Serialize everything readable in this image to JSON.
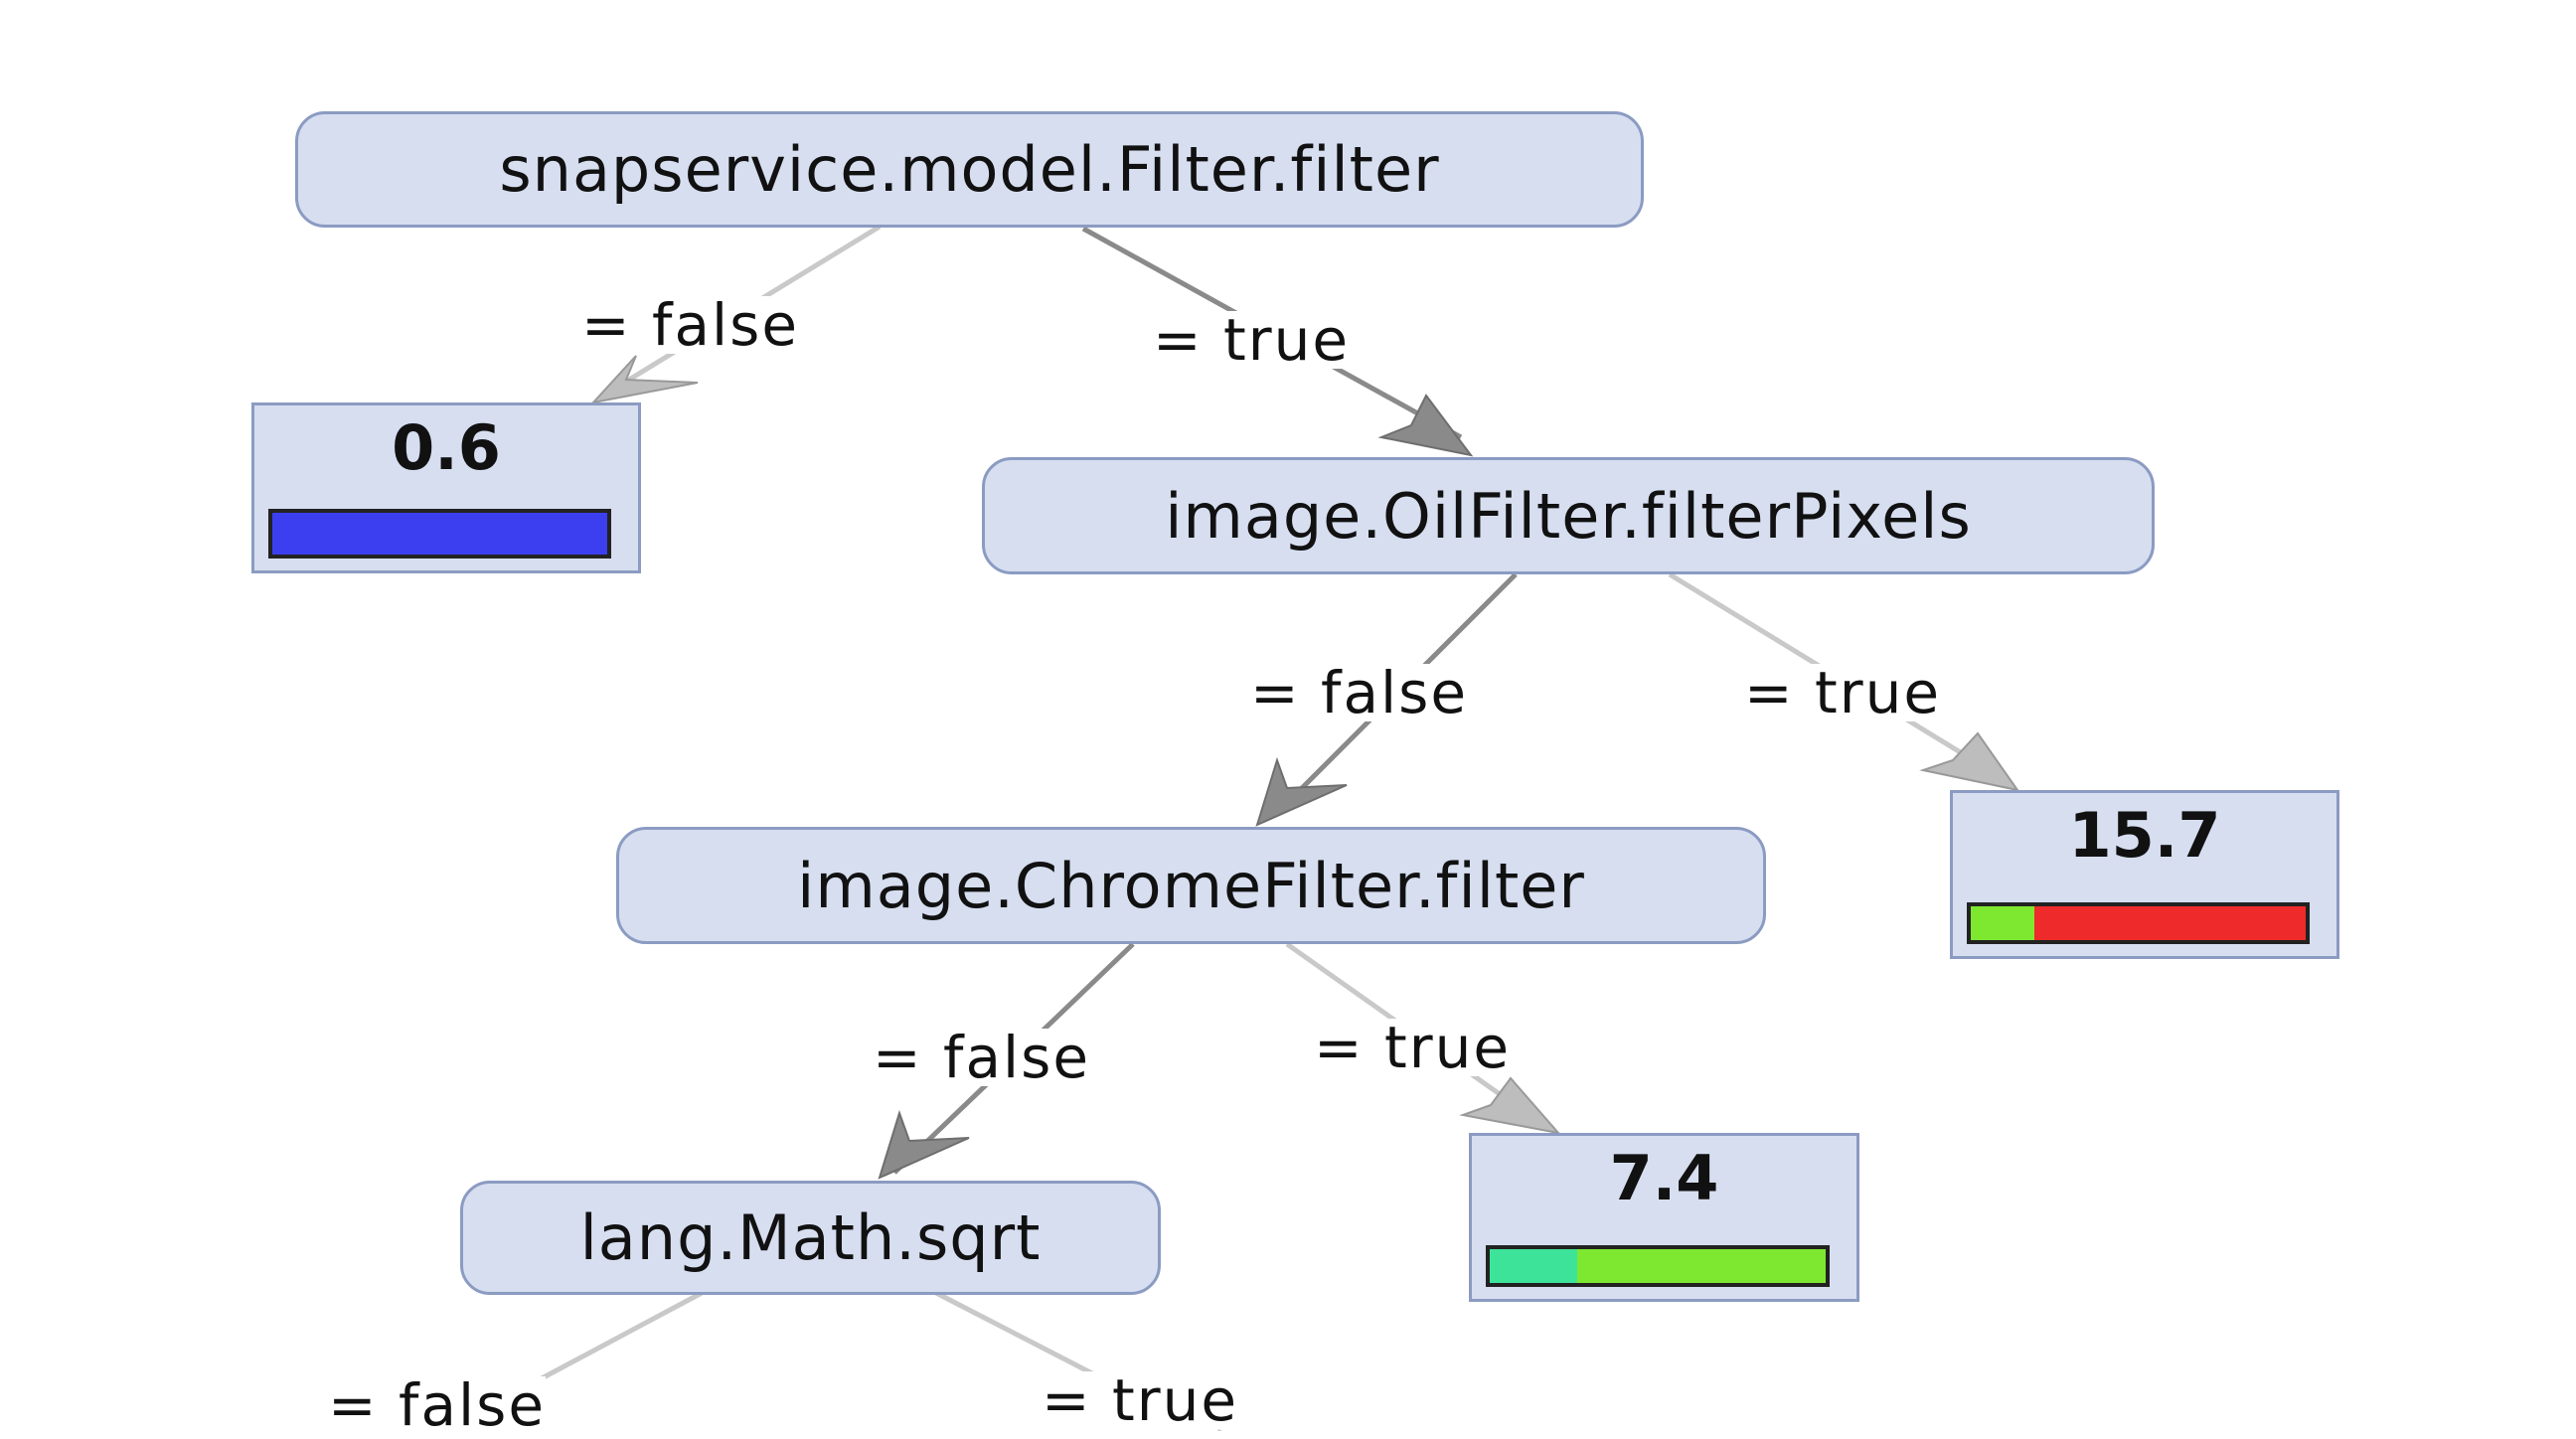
{
  "nodes": {
    "root": {
      "label": "snapservice.model.Filter.filter"
    },
    "oil": {
      "label": "image.OilFilter.filterPixels"
    },
    "chrome": {
      "label": "image.ChromeFilter.filter"
    },
    "sqrt": {
      "label": "lang.Math.sqrt"
    }
  },
  "leaves": {
    "leaf1": {
      "value": "0.6",
      "segments": [
        {
          "color": "#3b3ff0",
          "fraction": 1.0
        }
      ]
    },
    "leaf2": {
      "value": "15.7",
      "segments": [
        {
          "color": "#7ee830",
          "fraction": 0.19
        },
        {
          "color": "#ee2a2a",
          "fraction": 0.81
        }
      ]
    },
    "leaf3": {
      "value": "7.4",
      "segments": [
        {
          "color": "#3ee39a",
          "fraction": 0.26
        },
        {
          "color": "#7ee830",
          "fraction": 0.74
        }
      ]
    }
  },
  "edges": {
    "root_false": {
      "label": "= false"
    },
    "root_true": {
      "label": "= true"
    },
    "oil_false": {
      "label": "= false"
    },
    "oil_true": {
      "label": "= true"
    },
    "chrome_false": {
      "label": "= false"
    },
    "chrome_true": {
      "label": "= true"
    },
    "sqrt_false": {
      "label": "= false"
    },
    "sqrt_true": {
      "label": "= true"
    }
  },
  "colors": {
    "node_fill": "#d6def0",
    "node_border": "#8b9bc2",
    "edge_dark": "#7a7a7a",
    "edge_light": "#c9c9c9"
  }
}
